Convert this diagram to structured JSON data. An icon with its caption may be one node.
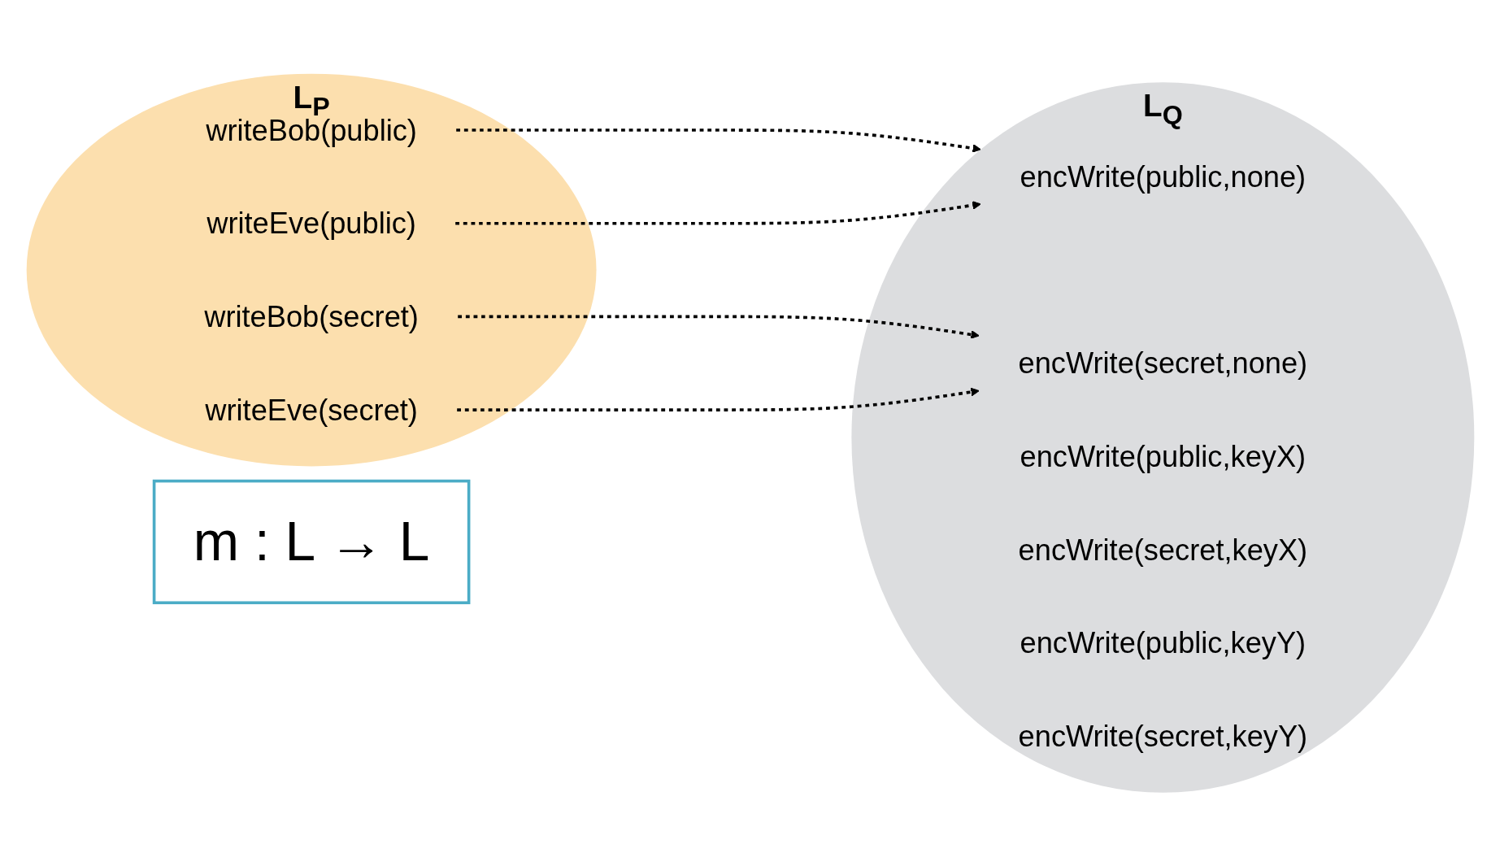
{
  "diagram": {
    "nodes": [
      {
        "text": [
          "m : L → L"
        ]
      },
      {
        "text": [
          "L$_{P}$"
        ]
      },
      {
        "text": [
          "writeBob(public)"
        ],
        "in": 1
      },
      {
        "text": [
          "writeBob(secret)"
        ],
        "in": 1
      },
      {
        "text": [
          "writeEve(public)"
        ],
        "in": 1
      },
      {
        "text": [
          "writeEve(secret)"
        ],
        "in": 1
      },
      {
        "text": [
          "L$_{Q}$"
        ]
      },
      {
        "text": [
          "encWrite(public,none)"
        ],
        "in": 6
      },
      {
        "text": [
          "encWrite(secret,none)"
        ],
        "in": 6
      },
      {
        "text": [
          "encWrite(public,keyX)"
        ],
        "in": 6
      },
      {
        "text": [
          "encWrite(secret,keyX)"
        ],
        "in": 6
      },
      {
        "text": [
          "encWrite(public,keyY)"
        ],
        "in": 6
      },
      {
        "text": [
          "encWrite(secret,keyY)"
        ],
        "in": 6
      }
    ],
    "edges": [
      {
        "from": 2,
        "to": 7,
        "arrow": "to",
        "style": "dashed"
      },
      {
        "from": 3,
        "to": 8,
        "arrow": "to",
        "style": "dashed"
      },
      {
        "from": 4,
        "to": 7,
        "arrow": "to",
        "style": "dashed"
      },
      {
        "from": 5,
        "to": 8,
        "arrow": "to",
        "style": "dashed"
      }
    ]
  }
}
